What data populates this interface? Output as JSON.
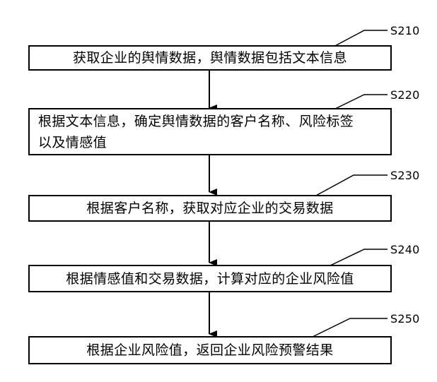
{
  "steps": [
    {
      "id": "S210",
      "text": "获取企业的舆情数据，舆情数据包括文本信息"
    },
    {
      "id": "S220",
      "text": "根据文本信息，确定舆情数据的客户名称、风险标签以及情感值"
    },
    {
      "id": "S230",
      "text": "根据客户名称，获取对应企业的交易数据"
    },
    {
      "id": "S240",
      "text": "根据情感值和交易数据，计算对应的企业风险值"
    },
    {
      "id": "S250",
      "text": "根据企业风险值，返回企业风险预警结果"
    }
  ]
}
